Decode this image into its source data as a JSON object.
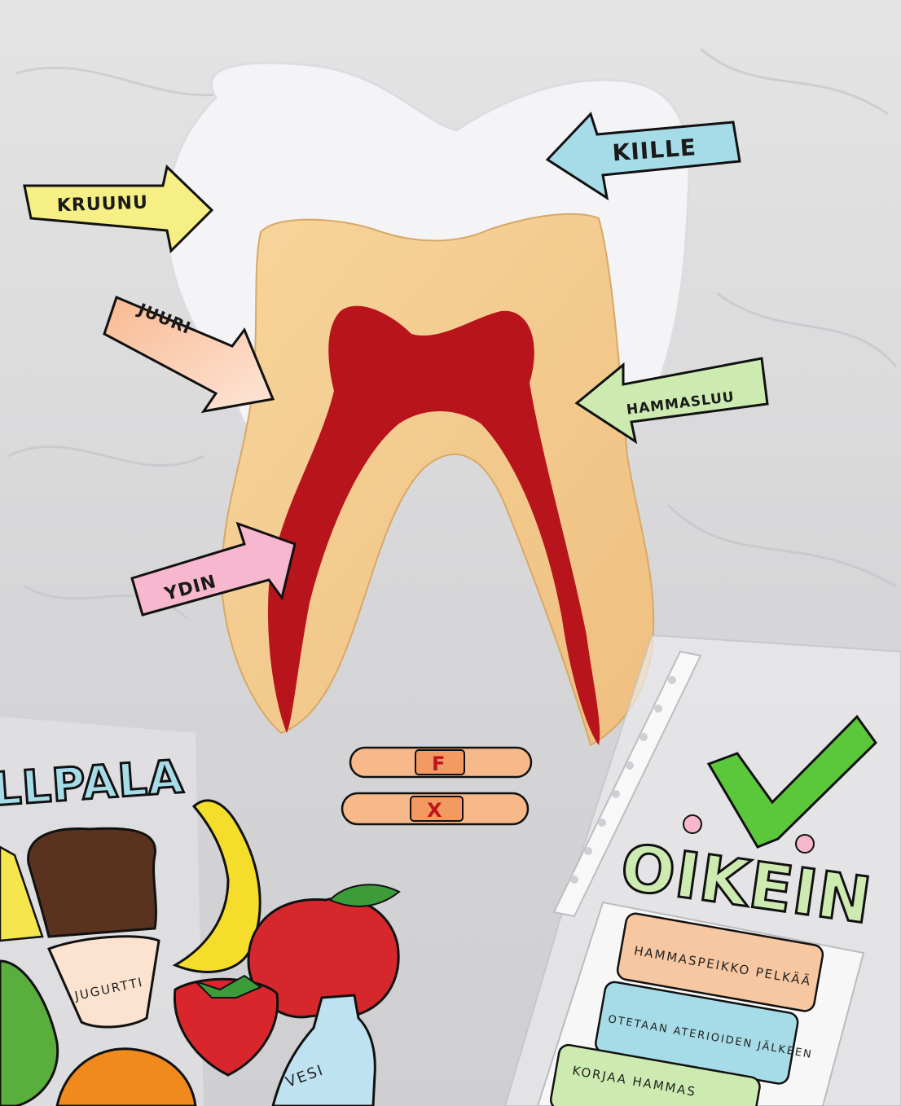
{
  "tooth_labels": {
    "kruunu": "KRUUNU",
    "kiille": "KIILLE",
    "juuri": "JUURI",
    "hammasluu": "HAMMASLUU",
    "ydin": "YDIN"
  },
  "plasters": {
    "top_letter": "F",
    "bottom_letter": "X"
  },
  "food_section": {
    "heading_fragment": "LLPALA",
    "yogurt_label": "JUGURTTI",
    "water_label": "VESI"
  },
  "answer_section": {
    "title": "OIKEIN",
    "cards": [
      "HAMMASPEIKKO PELKÄÄ",
      "OTETAAN ATERIOIDEN JÄLKEEN",
      "KORJAA HAMMAS"
    ]
  },
  "colors": {
    "enamel": "#f4f4f6",
    "dentin": "#f3c98c",
    "pulp": "#b8141c",
    "label_yellow": "#f5ef86",
    "label_blue": "#a6dbe8",
    "label_peach": "#f7c7a1",
    "label_green": "#cdebb0",
    "label_pink": "#f6b7cf",
    "check_green": "#5bc83b"
  }
}
